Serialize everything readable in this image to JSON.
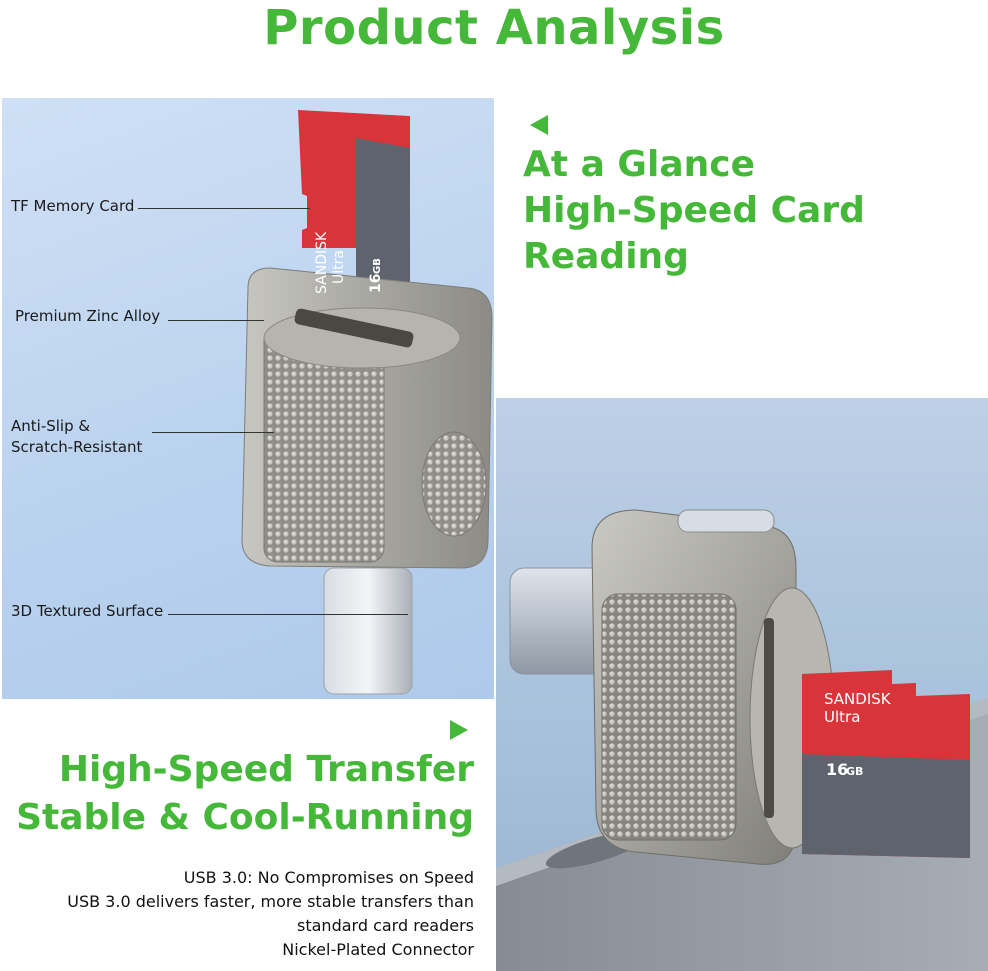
{
  "title": "Product Analysis",
  "callouts": [
    {
      "label_lines": [
        "TF Memory Card"
      ]
    },
    {
      "label_lines": [
        "Premium Zinc Alloy"
      ]
    },
    {
      "label_lines": [
        "Anti-Slip &",
        "Scratch-Resistant"
      ]
    },
    {
      "label_lines": [
        "3D Textured Surface"
      ]
    }
  ],
  "card_top": {
    "brand": "SANDISK",
    "model": "Ultra",
    "capacity": "16",
    "unit": "GB"
  },
  "card_bottom": {
    "brand": "SANDISK",
    "model": "Ultra",
    "capacity": "16",
    "unit": "GB"
  },
  "heading_right": {
    "line1": "At a Glance",
    "line2": "High-Speed Card Reading"
  },
  "heading_left": {
    "line1": "High-Speed Transfer",
    "line2": "Stable & Cool-Running"
  },
  "specs": [
    "USB 3.0: No Compromises on Speed",
    "USB 3.0 delivers faster, more stable transfers than",
    "standard card readers",
    "Nickel-Plated Connector"
  ],
  "colors": {
    "accent_green": "#46b839",
    "card_red": "#d9343a",
    "card_gray": "#5f636e",
    "metal": "#a9a8a3"
  }
}
